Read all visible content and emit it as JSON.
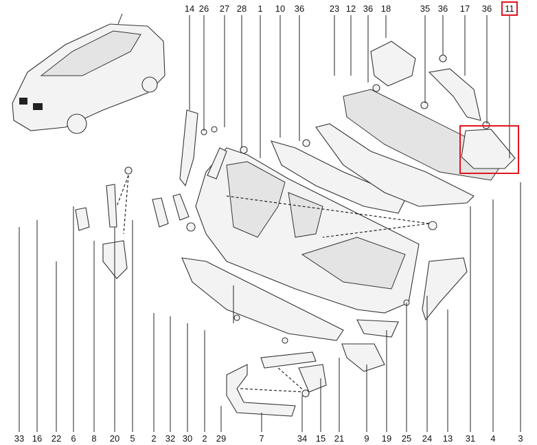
{
  "diagram": {
    "top_labels": [
      "14",
      "26",
      "27",
      "28",
      "1",
      "10",
      "36",
      "23",
      "12",
      "36",
      "18",
      "35",
      "36",
      "17",
      "36",
      "11"
    ],
    "bottom_labels": [
      "33",
      "16",
      "22",
      "6",
      "8",
      "20",
      "5",
      "2",
      "32",
      "30",
      "2",
      "29",
      "7",
      "34",
      "15",
      "21",
      "9",
      "19",
      "25",
      "24",
      "13",
      "31",
      "4",
      "3"
    ],
    "highlighted_label": "11",
    "highlight_color": "#e0141e"
  }
}
